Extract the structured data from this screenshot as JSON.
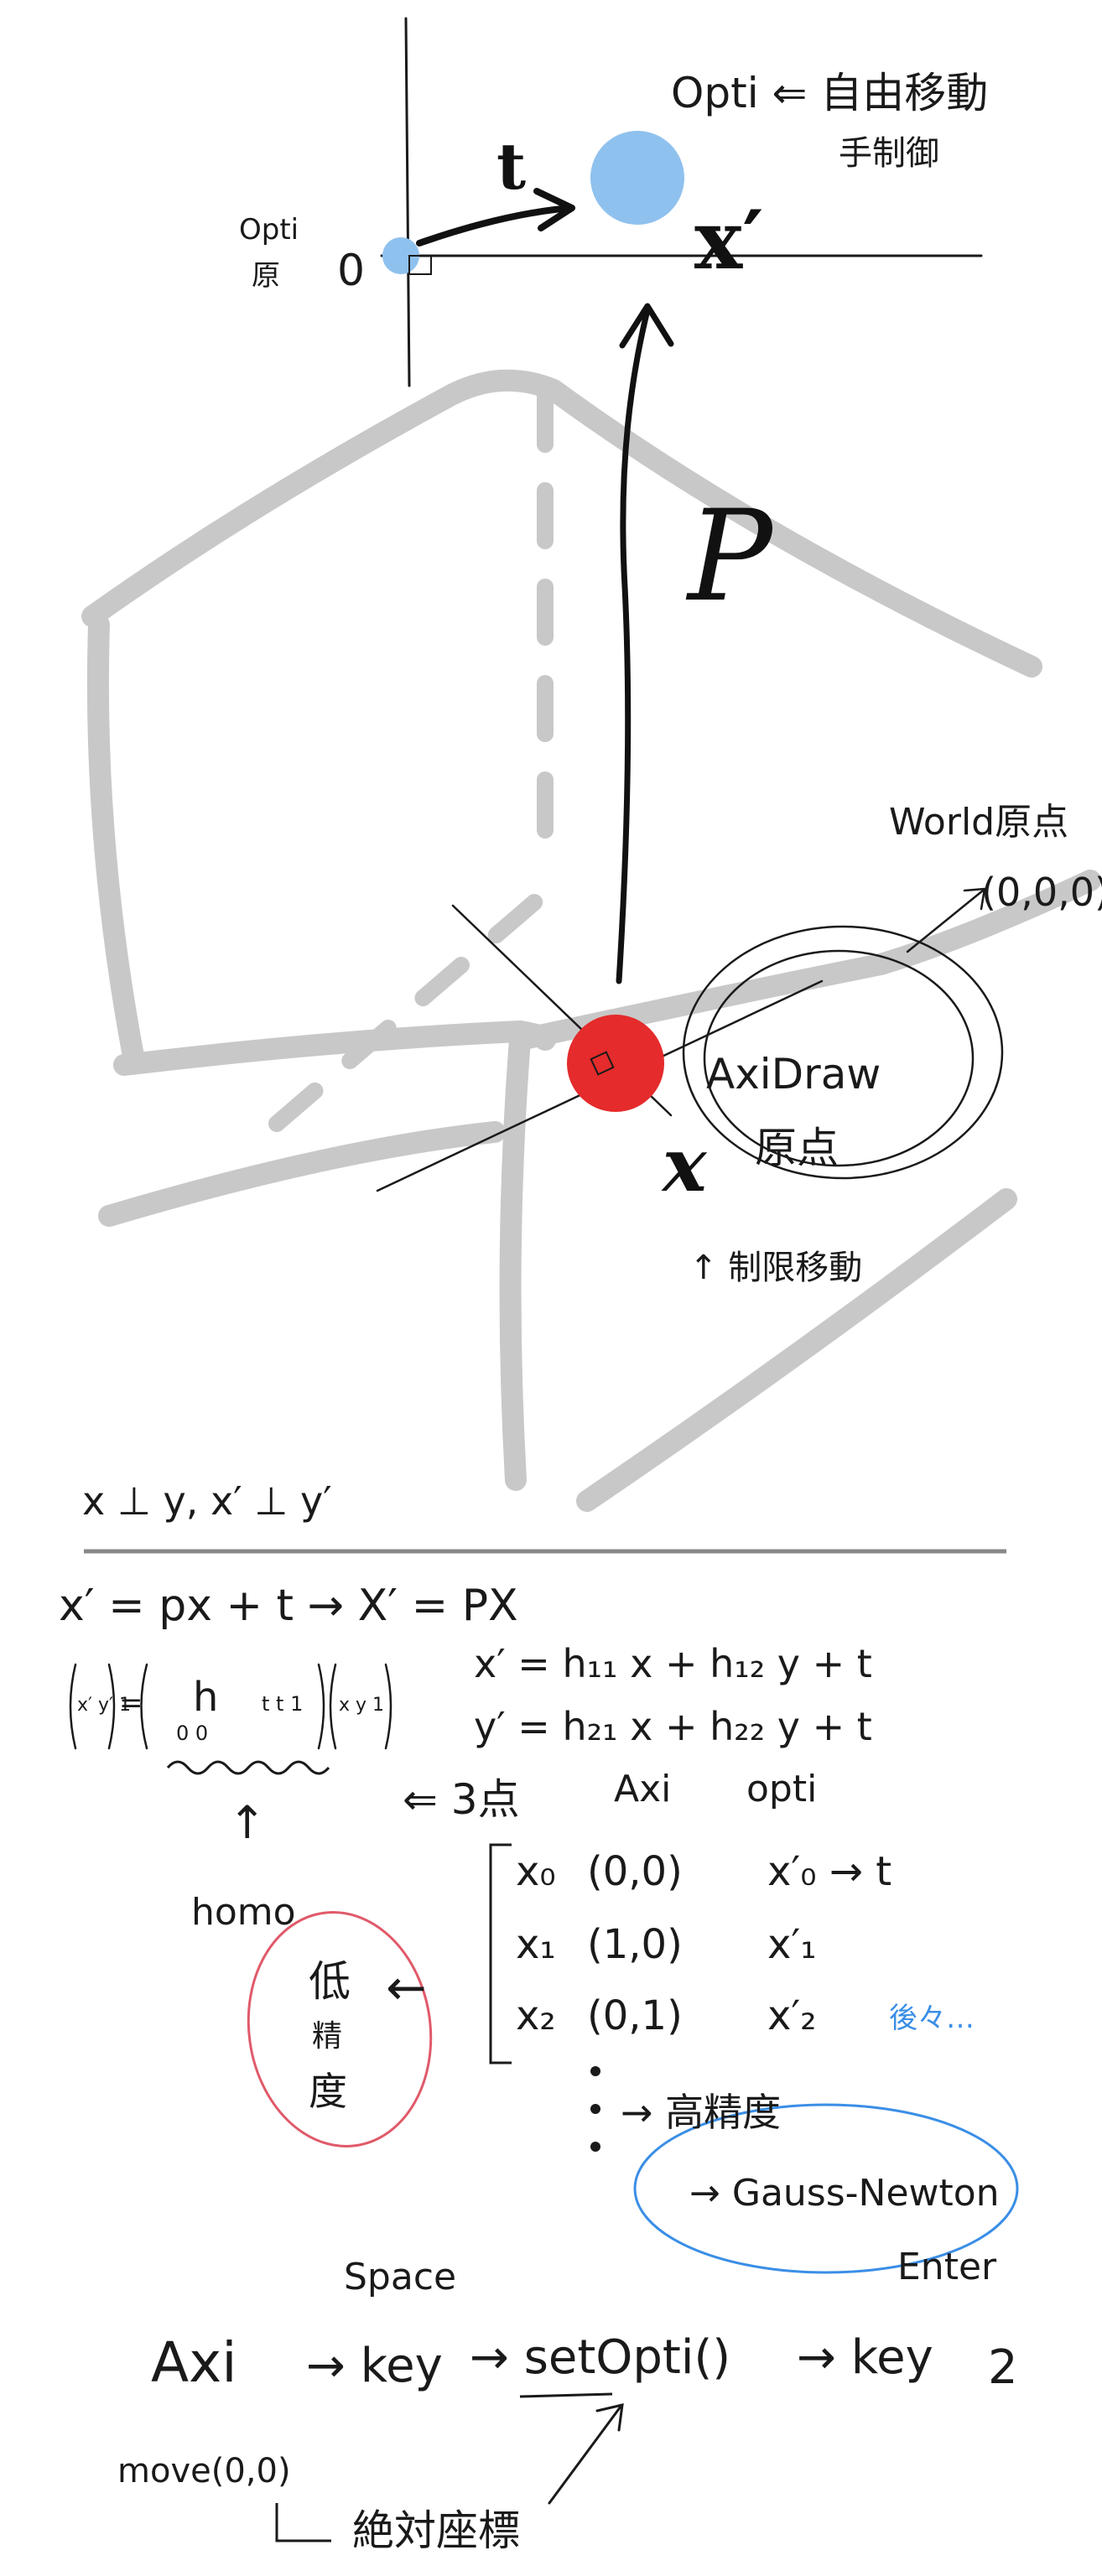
{
  "colors": {
    "ink": "#1a1a1a",
    "cube_gray": "#c8c8c8",
    "opti_blue": "#8fc1ee",
    "axi_red": "#e52b2b",
    "note_red": "#e05a6a",
    "note_blue": "#3a8ee6"
  },
  "top": {
    "opti_note": "Opti ⇐ 自由移動",
    "opti_note2": "手制御",
    "opti_origin_line1": "Opti",
    "opti_origin_line2": "原",
    "zero": "0",
    "t": "t",
    "x_prime": "x′"
  },
  "middle": {
    "p": "P",
    "world_line1": "World原点",
    "world_line2": "(0,0,0)",
    "axidraw_line1": "AxiDraw",
    "axidraw_line2": "原点",
    "x": "x",
    "limit_note": "↑ 制限移動"
  },
  "notes": {
    "perp": "x ⊥ y,  x′ ⊥ y′",
    "eq1": "x′ = px + t → X′ = PX",
    "eq_hx": "x′ = h₁₁ x + h₁₂ y + t",
    "eq_hy": "y′ = h₂₁ x + h₂₂ y + t",
    "matrix_left": "x′ y′ 1",
    "matrix_h": "h",
    "matrix_t": "t t 1",
    "matrix_zeros": "0  0",
    "matrix_right": "x y 1",
    "homo_arrow": "↑",
    "homo": "homo",
    "three_points": "⇐ 3点",
    "col_axi": "Axi",
    "col_opti": "opti",
    "rows": [
      {
        "label": "x₀",
        "axi": "(0,0)",
        "opti": "x′₀ → t"
      },
      {
        "label": "x₁",
        "axi": "(1,0)",
        "opti": "x′₁"
      },
      {
        "label": "x₂",
        "axi": "(0,1)",
        "opti": "x′₂"
      }
    ],
    "low_precision": [
      "低",
      "精",
      "度"
    ],
    "low_arrow": "←",
    "high_precision": "→ 高精度",
    "gauss": "→ Gauss-Newton",
    "later": "後々…",
    "space": "Space",
    "enter": "Enter",
    "axi": "Axi",
    "key1": "→ key",
    "setopti": "→ setOpti()",
    "key2": "→ key",
    "key2_tail": "2",
    "move": "move(0,0)",
    "absolute": "絶対座標"
  }
}
